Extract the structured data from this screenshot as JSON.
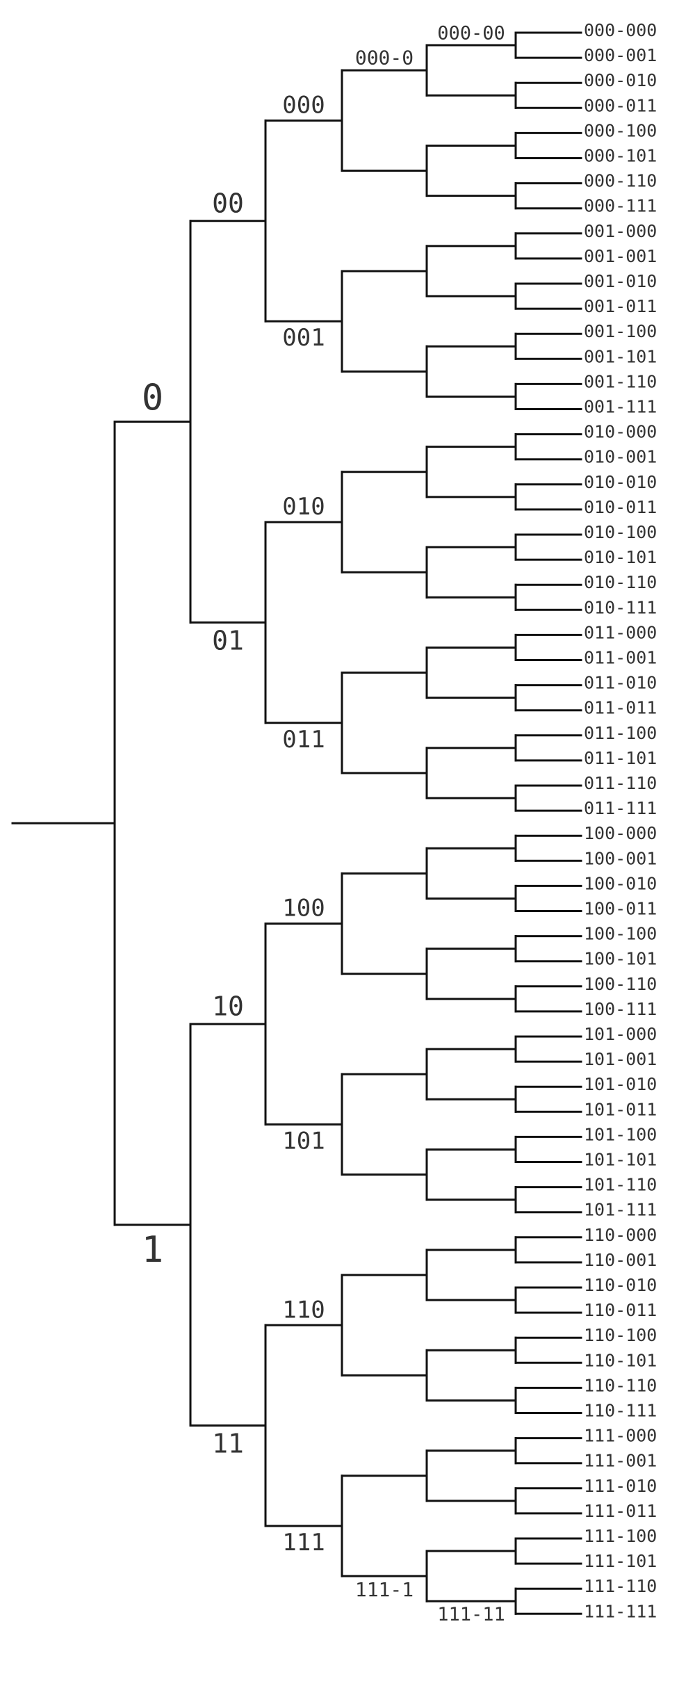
{
  "tree": {
    "root_label": "",
    "level1_labels": [
      "0",
      "1"
    ],
    "level2_labels": [
      "00",
      "01",
      "10",
      "11"
    ],
    "level3_labels": [
      "000",
      "001",
      "010",
      "011",
      "100",
      "101",
      "110",
      "111"
    ],
    "level4_labels": [
      "000-0",
      "",
      "",
      "",
      "",
      "",
      "",
      "",
      "",
      "",
      "",
      "",
      "",
      "",
      "",
      "111-1"
    ],
    "level5_labels": [
      "000-00",
      "",
      "",
      "",
      "",
      "",
      "",
      "",
      "",
      "",
      "",
      "",
      "",
      "",
      "",
      "",
      "",
      "",
      "",
      "",
      "",
      "",
      "",
      "",
      "",
      "",
      "",
      "",
      "",
      "",
      "",
      "111-11"
    ],
    "leaves": [
      "000-000",
      "000-001",
      "000-010",
      "000-011",
      "000-100",
      "000-101",
      "000-110",
      "000-111",
      "001-000",
      "001-001",
      "001-010",
      "001-011",
      "001-100",
      "001-101",
      "001-110",
      "001-111",
      "010-000",
      "010-001",
      "010-010",
      "010-011",
      "010-100",
      "010-101",
      "010-110",
      "010-111",
      "011-000",
      "011-001",
      "011-010",
      "011-011",
      "011-100",
      "011-101",
      "011-110",
      "011-111",
      "100-000",
      "100-001",
      "100-010",
      "100-011",
      "100-100",
      "100-101",
      "100-110",
      "100-111",
      "101-000",
      "101-001",
      "101-010",
      "101-011",
      "101-100",
      "101-101",
      "101-110",
      "101-111",
      "110-000",
      "110-001",
      "110-010",
      "110-011",
      "110-100",
      "110-101",
      "110-110",
      "110-111",
      "111-000",
      "111-001",
      "111-010",
      "111-011",
      "111-100",
      "111-101",
      "111-110",
      "111-111"
    ]
  },
  "colors": {
    "line": "#111111",
    "text": "#333333",
    "background": "#ffffff"
  }
}
